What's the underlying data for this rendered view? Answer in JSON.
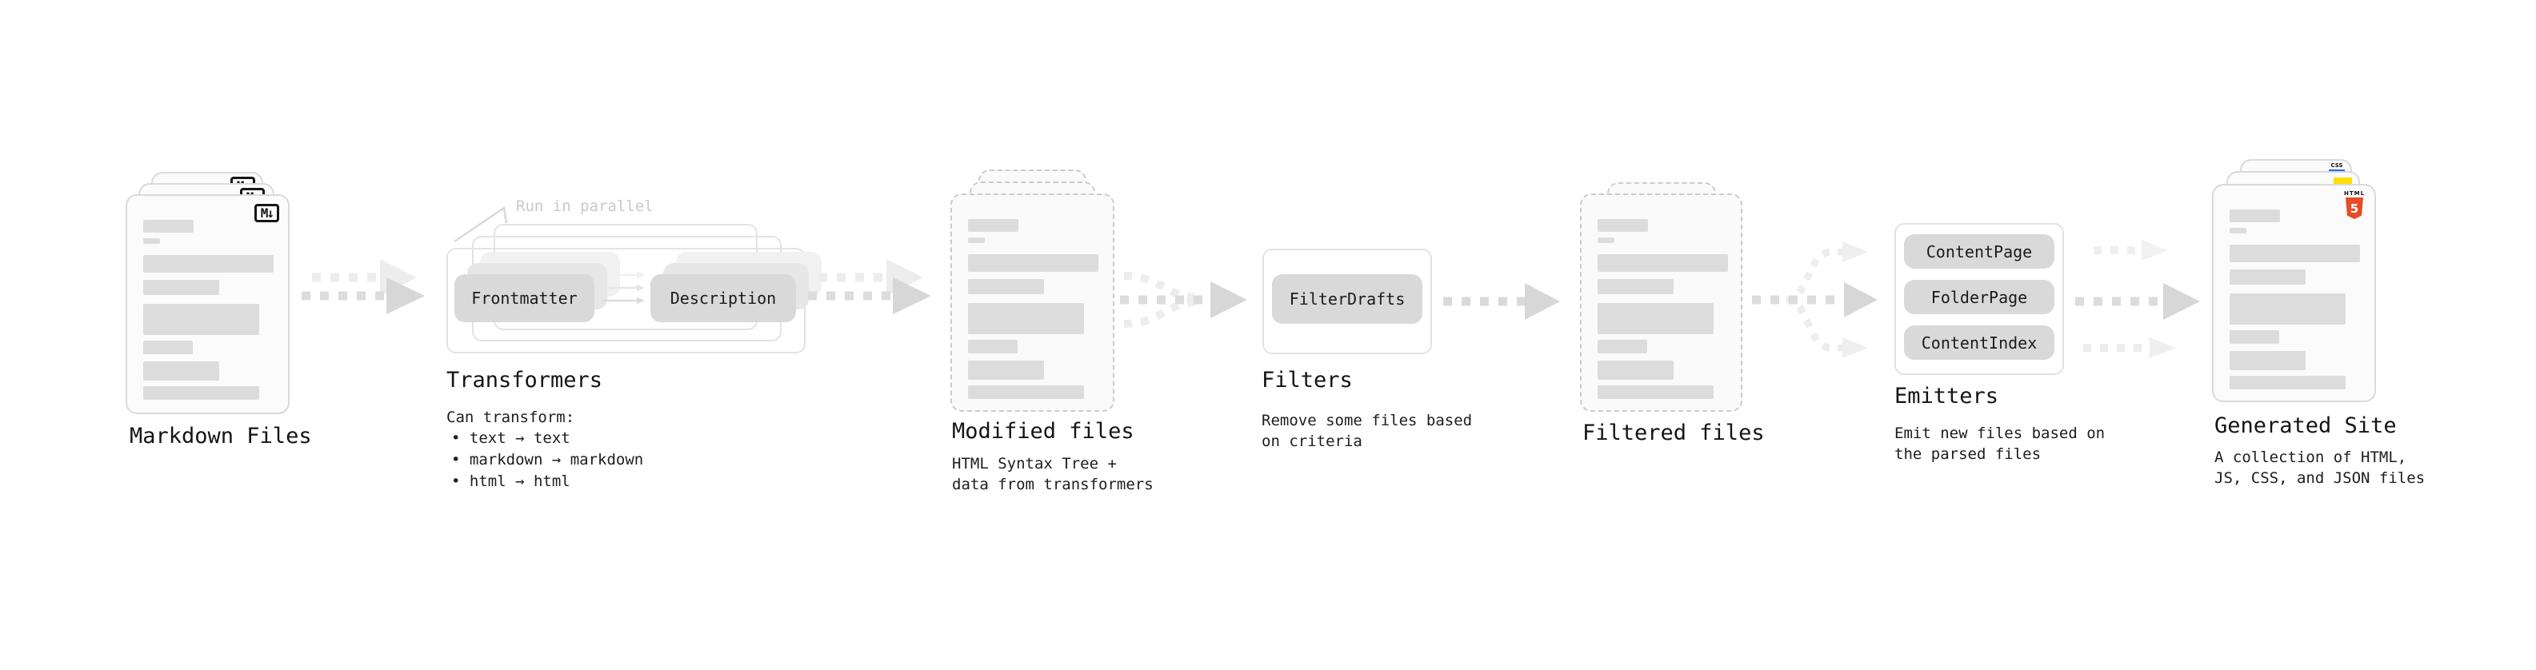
{
  "colors": {
    "background": "#ffffff",
    "card_border": "#dadada",
    "dashed_border": "#cbcbcb",
    "bar_fill": "#dcdcdc",
    "pill_fill": "#d9d9d9",
    "arrow_dark": "#d7d7d7",
    "arrow_light": "#ededed",
    "annotation_gray": "#c9c9c9",
    "text": "#141414",
    "html5_orange": "#e44d26",
    "css_blue": "#2b62f0",
    "js_yellow": "#ffe000"
  },
  "stages": {
    "markdown": {
      "title": "Markdown Files",
      "badge": "M↓"
    },
    "transformers": {
      "title": "Transformers",
      "annotation": "Run in parallel",
      "pill_left": "Frontmatter",
      "pill_right": "Description",
      "subtitle": "Can transform:",
      "bullets": [
        "• text → text",
        "• markdown → markdown",
        "• html → html"
      ]
    },
    "modified": {
      "title": "Modified files",
      "subtitle": "HTML Syntax Tree +\ndata from transformers"
    },
    "filters": {
      "title": "Filters",
      "pill": "FilterDrafts",
      "subtitle": "Remove some files based\non criteria"
    },
    "filtered": {
      "title": "Filtered files"
    },
    "emitters": {
      "title": "Emitters",
      "pills": [
        "ContentPage",
        "FolderPage",
        "ContentIndex"
      ],
      "subtitle": "Emit new files based on\nthe parsed files"
    },
    "generated": {
      "title": "Generated Site",
      "subtitle": "A collection of HTML,\nJS, CSS, and JSON files",
      "html_label": "HTML",
      "html_number": "5",
      "css_label": "CSS"
    }
  }
}
